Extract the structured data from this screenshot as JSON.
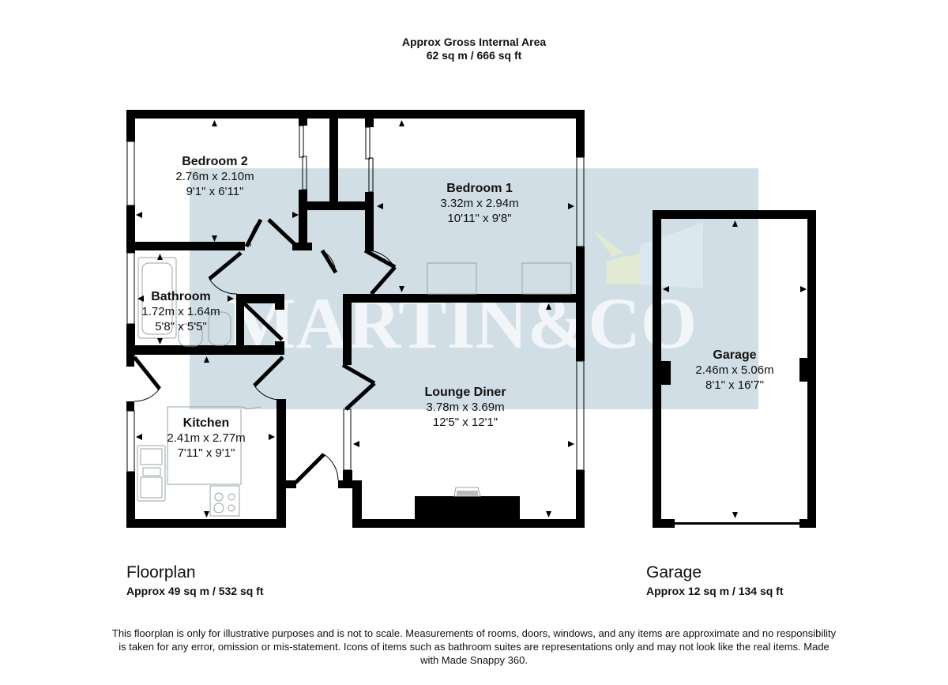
{
  "header": {
    "title": "Approx Gross Internal Area",
    "area": "62 sq m / 666 sq ft"
  },
  "watermark": {
    "text": "MARTIN&CO",
    "color": "#c9d8e0"
  },
  "rooms": [
    {
      "name": "Bedroom 2",
      "metric": "2.76m x 2.10m",
      "imperial": "9'1\" x 6'11\""
    },
    {
      "name": "Bedroom 1",
      "metric": "3.32m x 2.94m",
      "imperial": "10'11\" x 9'8\""
    },
    {
      "name": "Bathroom",
      "metric": "1.72m x 1.64m",
      "imperial": "5'8\" x 5'5\""
    },
    {
      "name": "Kitchen",
      "metric": "2.41m x 2.77m",
      "imperial": "7'11\" x 9'1\""
    },
    {
      "name": "Lounge Diner",
      "metric": "3.78m x 3.69m",
      "imperial": "12'5\" x 12'1\""
    },
    {
      "name": "Garage",
      "metric": "2.46m x 5.06m",
      "imperial": "8'1\" x 16'7\""
    }
  ],
  "sections": {
    "floorplan": {
      "title": "Floorplan",
      "area": "Approx 49 sq m / 532 sq ft"
    },
    "garage": {
      "title": "Garage",
      "area": "Approx 12 sq m / 134 sq ft"
    }
  },
  "disclaimer": "This floorplan is only for illustrative purposes and is not to scale. Measurements of rooms, doors, windows, and any items are approximate and no responsibility is taken for any error, omission or mis-statement. Icons of items such as bathroom suites are representations only and may not look like the real items. Made with Made Snappy 360.",
  "colors": {
    "wall": "#000000",
    "watermark_band": "#c9d8e0",
    "fixture": "#9aa4a8"
  }
}
